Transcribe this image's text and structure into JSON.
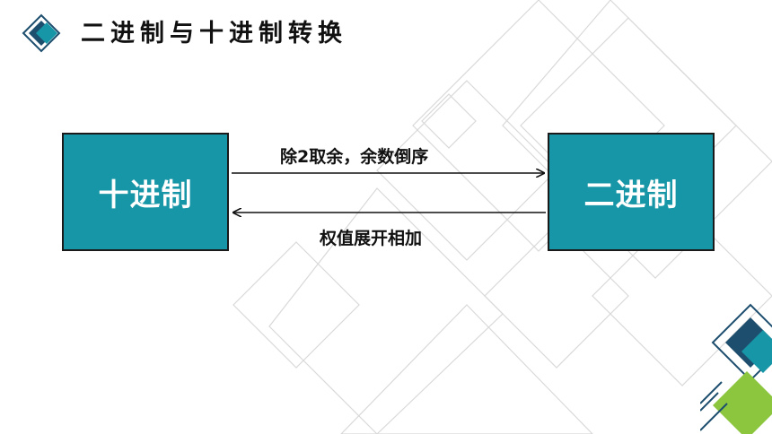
{
  "slide": {
    "title": "二进制与十进制转换",
    "left_box": "十进制",
    "right_box": "二进制",
    "forward_label": "除2取余，余数倒序",
    "backward_label": "权值展开相加"
  },
  "colors": {
    "box_fill": "#1696a6",
    "accent_dark": "#1d4e6e",
    "accent_green": "#8cc63f",
    "background_line": "#d6d6d6"
  }
}
